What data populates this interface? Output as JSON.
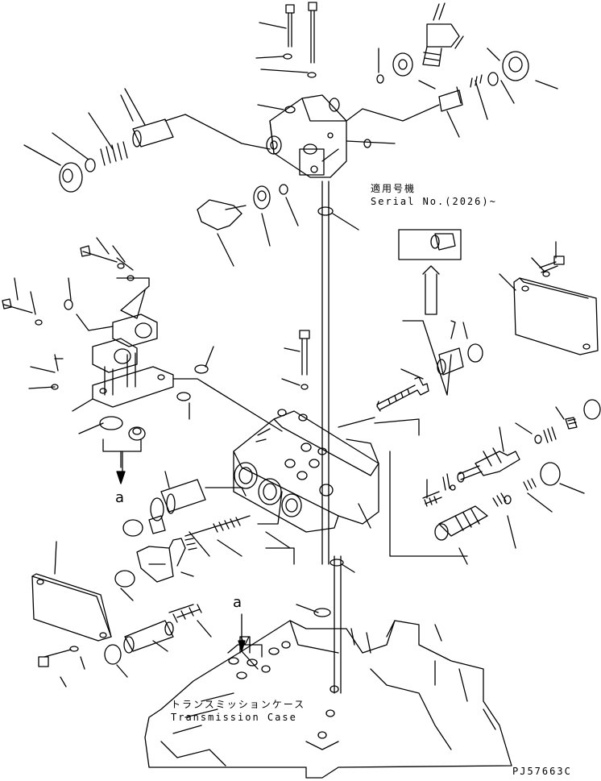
{
  "applicable_title": "適用号機",
  "serial_label": "Serial No.(2026)~",
  "callout_a": "a",
  "case_label_jp": "トランスミッションケース",
  "case_label_en": "Transmission Case",
  "drawing_number": "PJ57663C"
}
